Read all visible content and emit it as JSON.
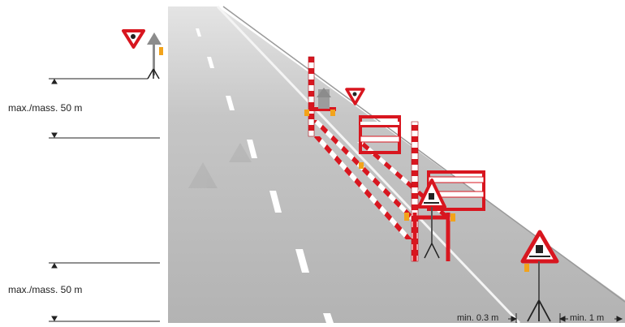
{
  "labels": {
    "distance_upper": "max./mass. 50 m",
    "distance_lower": "max./mass. 50 m",
    "offset_curb": "min. 0.3 m",
    "offset_side": "min. 1 m"
  },
  "colors": {
    "road": "#b9b9b9",
    "barrier_red": "#d8161f",
    "barrier_white": "#ffffff",
    "lamp": "#f2a31b",
    "sign_border": "#d8161f",
    "pole": "#8c8c8c"
  },
  "icons": [
    "yield-sign-icon",
    "roadwork-sign-icon",
    "warning-lamp-icon",
    "tripod-icon",
    "direction-arrow-icon"
  ]
}
